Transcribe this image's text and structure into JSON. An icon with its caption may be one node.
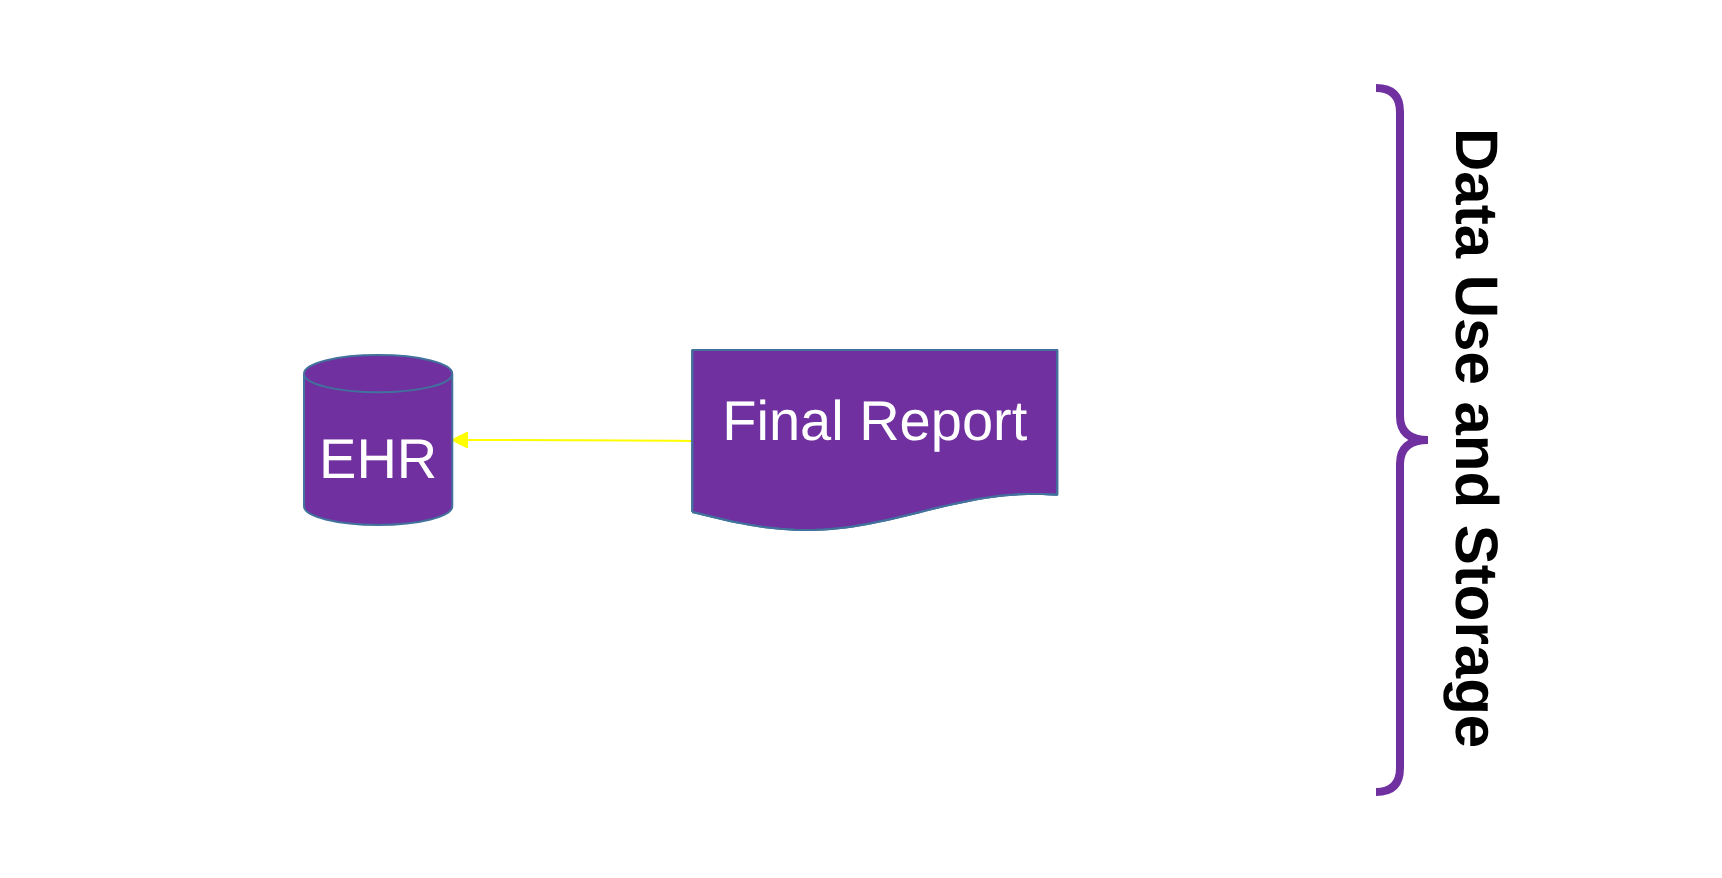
{
  "diagram": {
    "nodes": [
      {
        "text": [
          "EHR"
        ]
      },
      {
        "text": [
          "Final Report"
        ]
      }
    ],
    "edges": [
      {
        "from": 1,
        "to": 0,
        "arrow": "to",
        "color": "#ffff00"
      }
    ],
    "labels": [
      "Data Use and Storage"
    ]
  }
}
